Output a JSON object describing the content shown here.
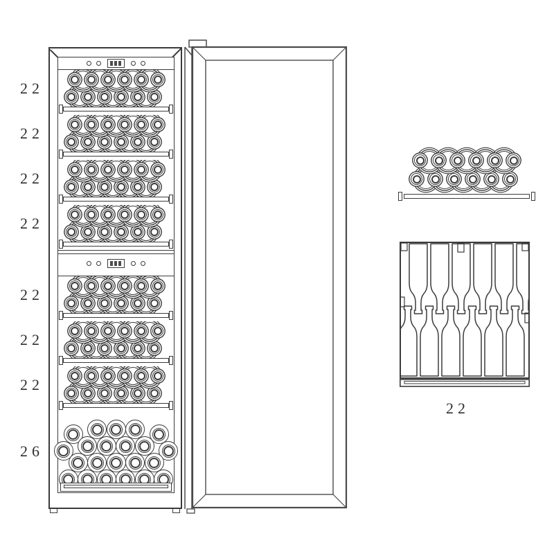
{
  "figure": {
    "line_color": "#3a3a3a",
    "background": "#ffffff"
  },
  "cooler": {
    "control_panels": [
      {
        "zone": "upper",
        "buttons": 4,
        "has_display": true
      },
      {
        "zone": "lower",
        "buttons": 4,
        "has_display": true
      }
    ],
    "shelf_row": {
      "bottles_per_subrow": 11,
      "subrows": 2
    },
    "shelves": [
      {
        "capacity": "22"
      },
      {
        "capacity": "22"
      },
      {
        "capacity": "22"
      },
      {
        "capacity": "22"
      },
      {
        "capacity": "22"
      },
      {
        "capacity": "22"
      },
      {
        "capacity": "22"
      }
    ],
    "bottom_bin": {
      "capacity": "26",
      "bottle_rows": [
        {
          "count": 5,
          "stagger": true
        },
        {
          "count": 6,
          "stagger": true
        },
        {
          "count": 5,
          "stagger": false
        },
        {
          "count": 6,
          "stagger": false
        }
      ]
    }
  },
  "details": {
    "front_view": {
      "bottles_per_subrow": 11,
      "subrows": 2
    },
    "top_view": {
      "capacity": "22",
      "bottles_neck_down": 6,
      "bottles_neck_up": 6
    }
  }
}
